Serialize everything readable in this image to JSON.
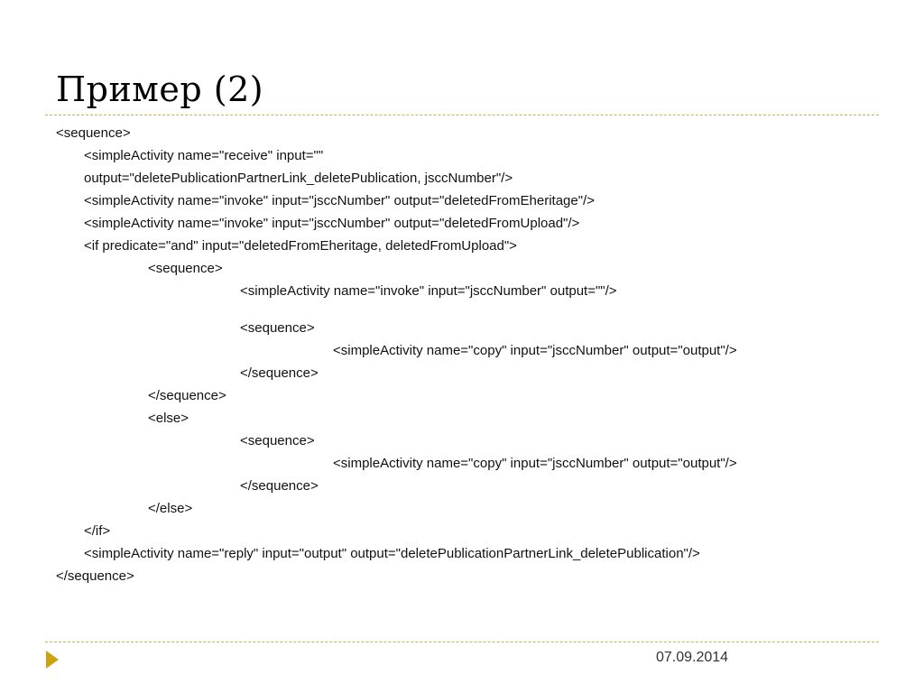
{
  "slide": {
    "title": "Пример (2)",
    "accent_color": "#c9a411",
    "rule_color": "#c9b24f",
    "footer": {
      "date": "07.09.2014",
      "marker_icon": "play-triangle-icon"
    }
  },
  "code": {
    "lines": [
      {
        "text": "<sequence>",
        "indent": 0
      },
      {
        "text": "<simpleActivity name=\"receive\" input=\"\"",
        "indent": 1
      },
      {
        "text": "output=\"deletePublicationPartnerLink_deletePublication, jsccNumber\"/>",
        "indent": 1
      },
      {
        "text": "<simpleActivity name=\"invoke\" input=\"jsccNumber\" output=\"deletedFromEheritage\"/>",
        "indent": 1
      },
      {
        "text": "<simpleActivity name=\"invoke\" input=\"jsccNumber\" output=\"deletedFromUpload\"/>",
        "indent": 1
      },
      {
        "text": "<if predicate=\"and\" input=\"deletedFromEheritage, deletedFromUpload\">",
        "indent": 1
      },
      {
        "text": "<sequence>",
        "indent": 2
      },
      {
        "text": "<simpleActivity name=\"invoke\" input=\"jsccNumber\" output=\"\"/>",
        "indent": 3
      },
      {
        "text": "",
        "indent": 3
      },
      {
        "text": "<sequence>",
        "indent": 3
      },
      {
        "text": "<simpleActivity name=\"copy\" input=\"jsccNumber\" output=\"output\"/>",
        "indent": 4
      },
      {
        "text": "</sequence>",
        "indent": 3
      },
      {
        "text": "</sequence>",
        "indent": 2
      },
      {
        "text": "<else>",
        "indent": 2
      },
      {
        "text": "<sequence>",
        "indent": 3
      },
      {
        "text": "<simpleActivity name=\"copy\" input=\"jsccNumber\" output=\"output\"/>",
        "indent": 4
      },
      {
        "text": "</sequence>",
        "indent": 3
      },
      {
        "text": "</else>",
        "indent": 2
      },
      {
        "text": "</if>",
        "indent": 1
      },
      {
        "text": "<simpleActivity name=\"reply\" input=\"output\" output=\"deletePublicationPartnerLink_deletePublication\"/>",
        "indent": 1
      },
      {
        "text": "</sequence>",
        "indent": 0
      }
    ]
  }
}
